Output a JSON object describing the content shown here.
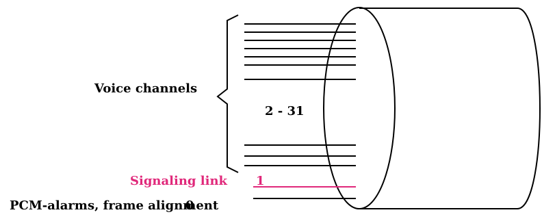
{
  "labels": {
    "voice_channels": "Voice channels",
    "channel_range": "2 - 31",
    "signaling_link": "Signaling link",
    "signaling_number": "1",
    "pcm_alarms": "PCM-alarms, frame alignment",
    "pcm_number": "0"
  },
  "colors": {
    "line": "#000000",
    "signaling": "#e0287a"
  }
}
